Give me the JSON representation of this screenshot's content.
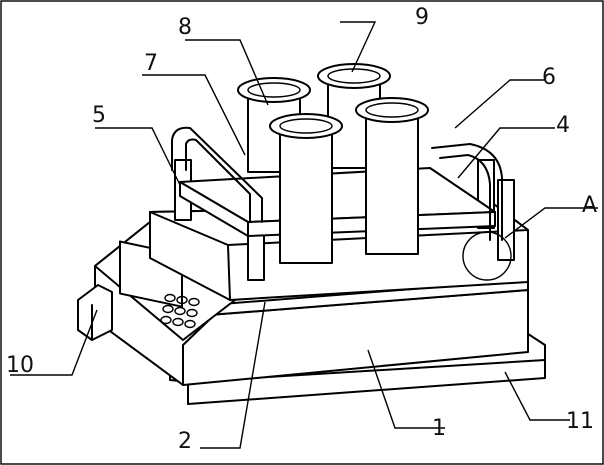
{
  "diagram": {
    "labels": {
      "l1": "1",
      "l2": "2",
      "l4": "4",
      "l5": "5",
      "l6": "6",
      "l7": "7",
      "l8": "8",
      "l9": "9",
      "l10": "10",
      "l11": "11",
      "lA": "A"
    },
    "colors": {
      "line": "#000000",
      "background": "#ffffff"
    }
  }
}
